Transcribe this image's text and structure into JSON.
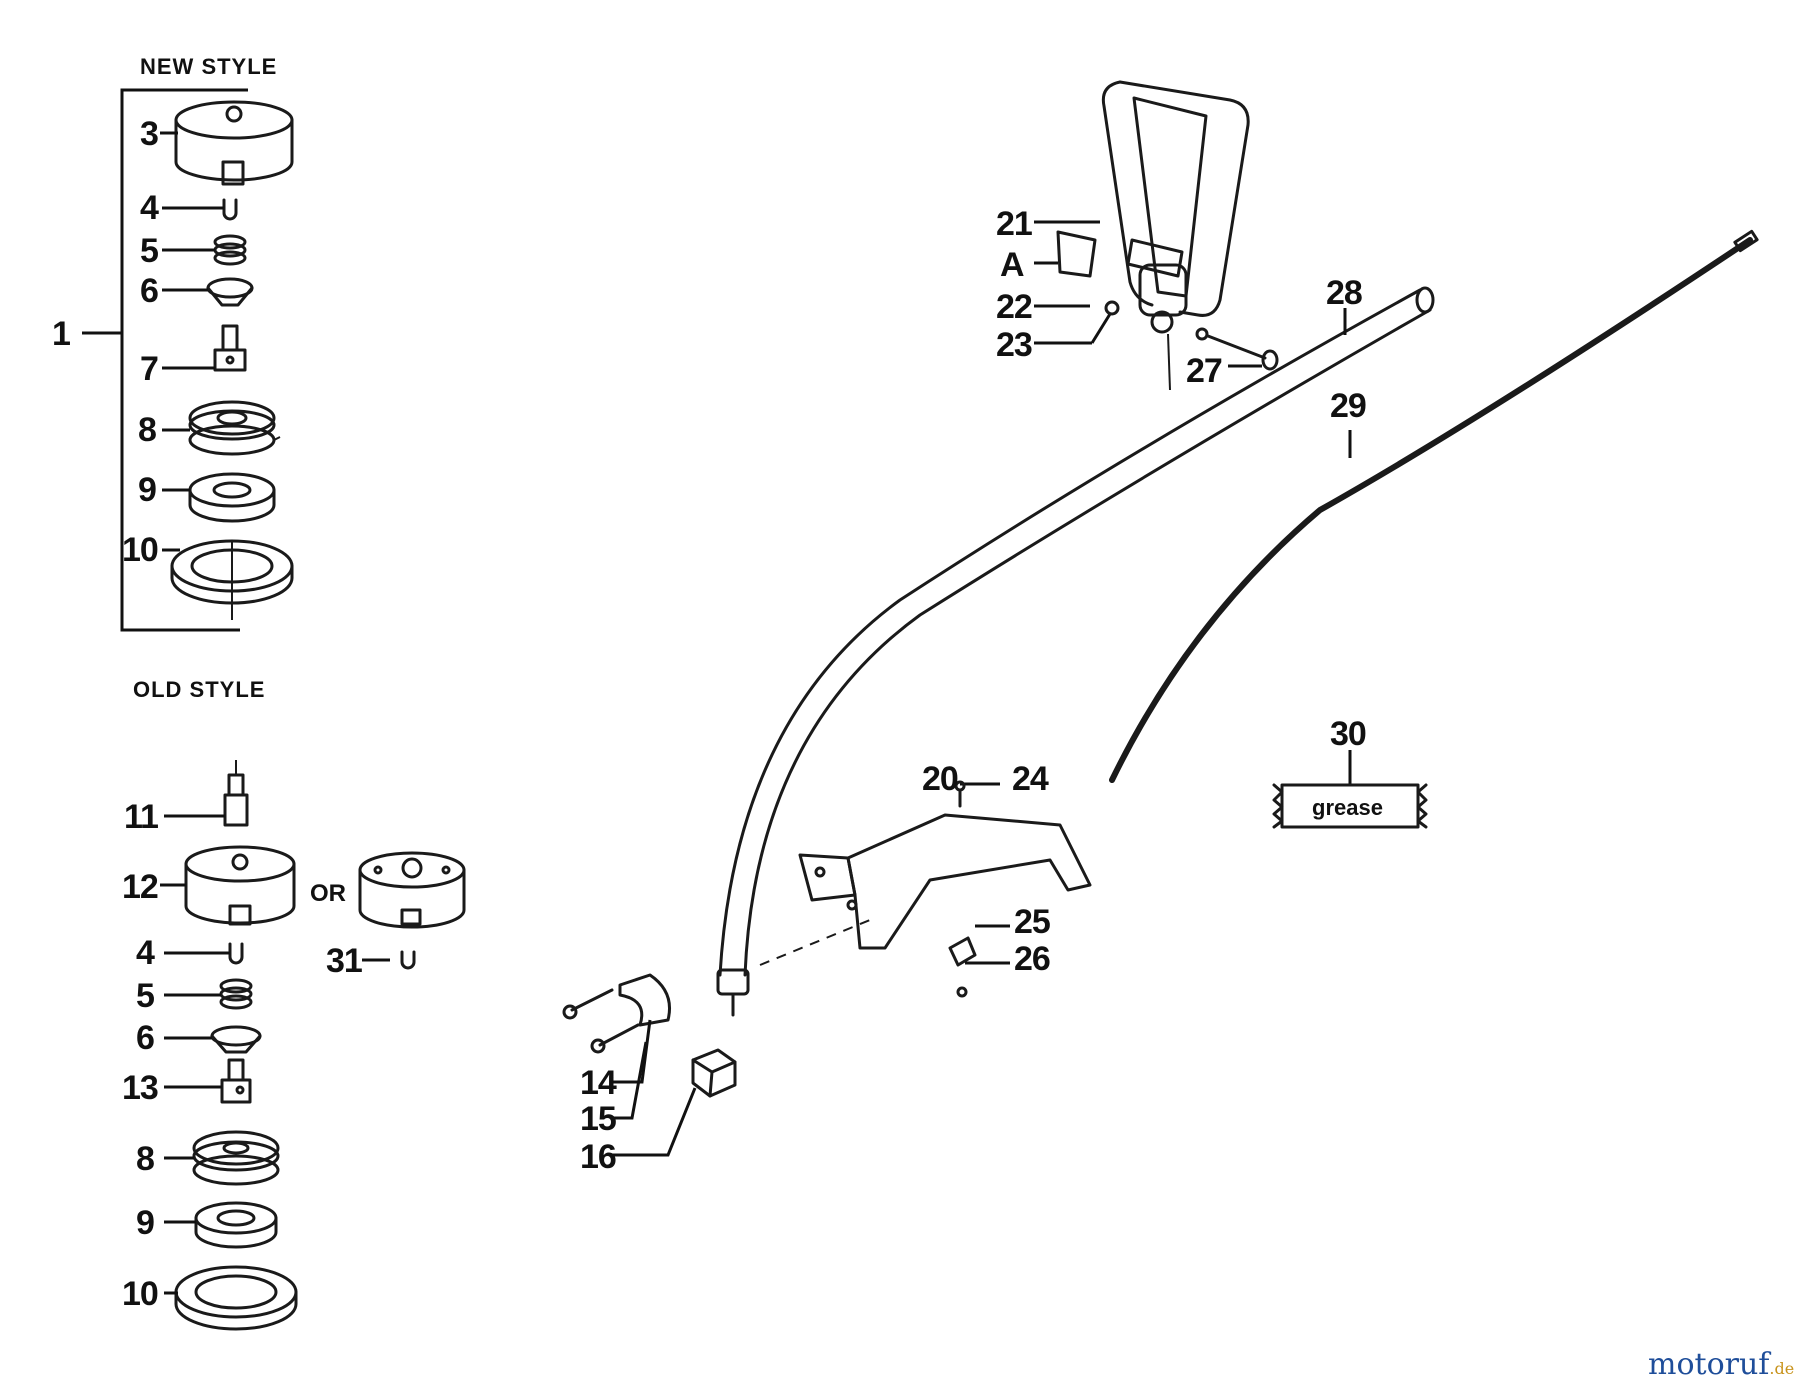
{
  "headers": {
    "new_style": "NEW STYLE",
    "old_style": "OLD STYLE"
  },
  "callouts": [
    {
      "id": "new-3",
      "text": "3"
    },
    {
      "id": "new-4",
      "text": "4"
    },
    {
      "id": "new-5",
      "text": "5"
    },
    {
      "id": "new-6",
      "text": "6"
    },
    {
      "id": "assembly-1",
      "text": "1"
    },
    {
      "id": "new-7",
      "text": "7"
    },
    {
      "id": "new-8",
      "text": "8"
    },
    {
      "id": "new-9",
      "text": "9"
    },
    {
      "id": "new-10",
      "text": "10"
    },
    {
      "id": "old-11",
      "text": "11"
    },
    {
      "id": "old-12",
      "text": "12"
    },
    {
      "id": "old-4",
      "text": "4"
    },
    {
      "id": "old-5",
      "text": "5"
    },
    {
      "id": "old-6",
      "text": "6"
    },
    {
      "id": "old-13",
      "text": "13"
    },
    {
      "id": "old-8",
      "text": "8"
    },
    {
      "id": "old-9",
      "text": "9"
    },
    {
      "id": "old-10",
      "text": "10"
    },
    {
      "id": "alt-31",
      "text": "31"
    },
    {
      "id": "handle-21",
      "text": "21"
    },
    {
      "id": "label-a",
      "text": "A"
    },
    {
      "id": "handle-22",
      "text": "22"
    },
    {
      "id": "handle-23",
      "text": "23"
    },
    {
      "id": "bolt-27",
      "text": "27"
    },
    {
      "id": "tube-28",
      "text": "28"
    },
    {
      "id": "shaft-29",
      "text": "29"
    },
    {
      "id": "grease-30",
      "text": "30"
    },
    {
      "id": "guard-20",
      "text": "20"
    },
    {
      "id": "screw-24",
      "text": "24"
    },
    {
      "id": "part-25",
      "text": "25"
    },
    {
      "id": "part-26",
      "text": "26"
    },
    {
      "id": "clamp-14",
      "text": "14"
    },
    {
      "id": "clamp-15",
      "text": "15"
    },
    {
      "id": "nut-16",
      "text": "16"
    }
  ],
  "or_text": "OR",
  "grease_text": "grease",
  "watermark": {
    "brand": "motoruf",
    "tld": ".de"
  },
  "colors": {
    "ink": "#1a1a1a",
    "watermark_blue": "#1f4e9a",
    "watermark_gold": "#c8931c"
  }
}
